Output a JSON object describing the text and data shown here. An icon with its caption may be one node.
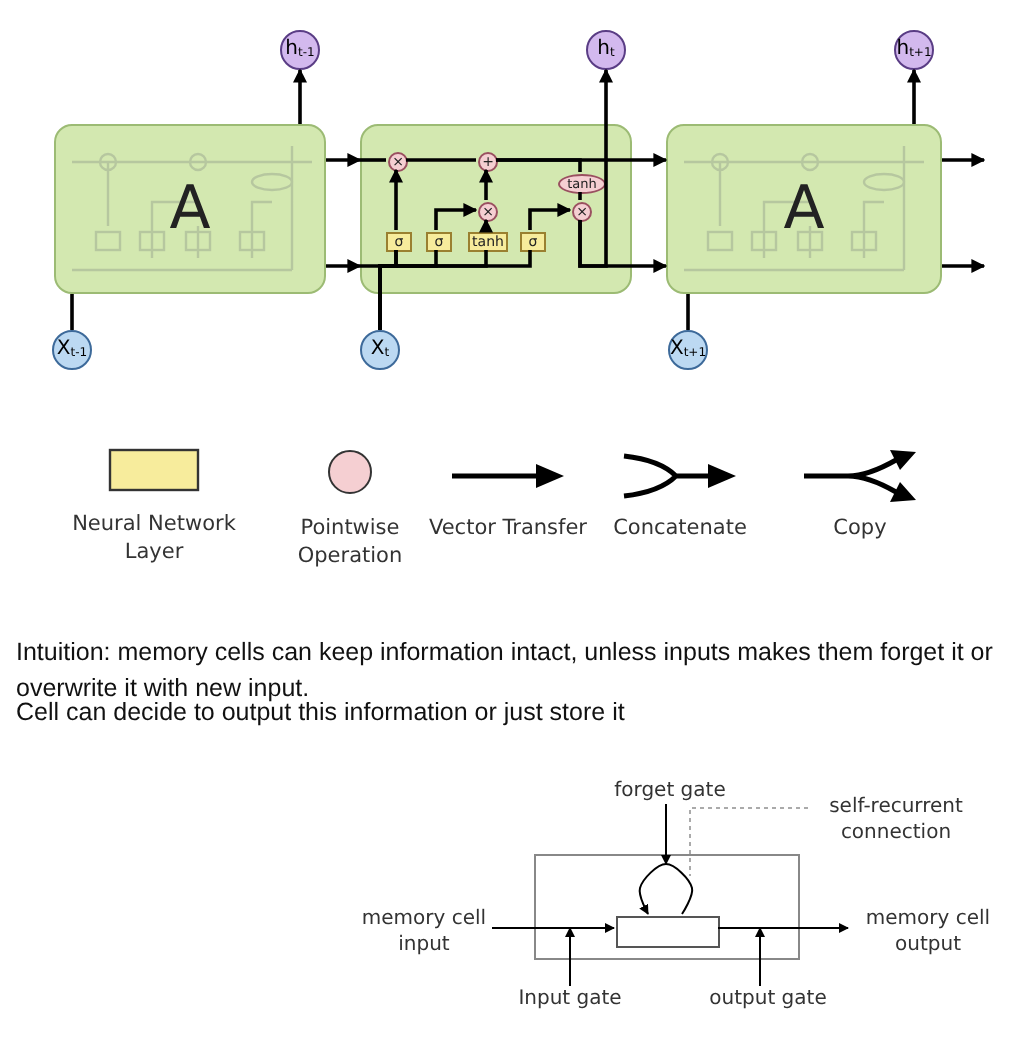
{
  "diagram": {
    "nodes": [
      {
        "text": [
          "A"
        ]
      },
      {
        "text": [],
        "shape": "box"
      },
      {
        "text": [
          "A"
        ]
      },
      {
        "text": [
          "h$_{t-1}$"
        ]
      },
      {
        "text": [
          "h$_{t}$"
        ]
      },
      {
        "text": [
          "h$_{t+1}$"
        ]
      },
      {
        "text": [
          "X$_{t-1}$"
        ]
      },
      {
        "text": [
          "X$_{t}$"
        ]
      },
      {
        "text": [
          "X$_{t+1}$"
        ]
      },
      {
        "text": [
          "×"
        ],
        "in": 1
      },
      {
        "text": [
          "+"
        ],
        "in": 1
      },
      {
        "text": [
          "×"
        ],
        "in": 1
      },
      {
        "text": [
          "tanh"
        ],
        "in": 1
      },
      {
        "text": [
          "×"
        ],
        "in": 1
      },
      {
        "text": [
          "σ"
        ],
        "in": 1
      },
      {
        "text": [
          "σ"
        ],
        "in": 1
      },
      {
        "text": [
          "tanh"
        ],
        "in": 1
      },
      {
        "text": [
          "σ"
        ],
        "in": 1
      },
      {
        "text": [],
        "shape": "box"
      },
      {
        "text": [],
        "shape": "box",
        "in": 18
      },
      {
        "text": [
          "forget gate"
        ]
      },
      {
        "text": [
          "self-recurrent connection"
        ]
      },
      {
        "text": [
          "memory cell input"
        ]
      },
      {
        "text": [
          "memory cell output"
        ]
      },
      {
        "text": [
          "Input gate"
        ]
      },
      {
        "text": [
          "output gate"
        ]
      }
    ],
    "edges": [
      {
        "from": 6,
        "to": 0,
        "arrow": "none"
      },
      {
        "from": 0,
        "to": 3,
        "arrow": "to"
      },
      {
        "from": 0,
        "to": 1,
        "arrow": "to"
      },
      {
        "from": 0,
        "to": 1,
        "arrow": "to"
      },
      {
        "from": 1,
        "to": 9,
        "arrow": "none"
      },
      {
        "from": 9,
        "to": 10,
        "arrow": "none"
      },
      {
        "from": 10,
        "to": 1,
        "arrow": "none"
      },
      {
        "from": 1,
        "to": 2,
        "arrow": "to"
      },
      {
        "from": 1,
        "to": 2,
        "arrow": "to"
      },
      {
        "from": 2,
        "to": 5,
        "arrow": "to"
      },
      {
        "from": 8,
        "to": 2,
        "arrow": "none"
      },
      {
        "from": 2,
        "to": null,
        "arrow": "to"
      },
      {
        "from": 2,
        "to": null,
        "arrow": "to"
      },
      {
        "from": 7,
        "to": 14,
        "arrow": "none"
      },
      {
        "from": 7,
        "to": 15,
        "arrow": "none"
      },
      {
        "from": 7,
        "to": 16,
        "arrow": "none"
      },
      {
        "from": 7,
        "to": 17,
        "arrow": "none"
      },
      {
        "from": 1,
        "to": 14,
        "arrow": "none"
      },
      {
        "from": 14,
        "to": 9,
        "arrow": "to"
      },
      {
        "from": 15,
        "to": 11,
        "arrow": "to"
      },
      {
        "from": 16,
        "to": 11,
        "arrow": "to"
      },
      {
        "from": 11,
        "to": 10,
        "arrow": "to"
      },
      {
        "from": 17,
        "to": 13,
        "arrow": "to"
      },
      {
        "from": 10,
        "to": 12,
        "arrow": "none"
      },
      {
        "from": 12,
        "to": 13,
        "arrow": "none"
      },
      {
        "from": 13,
        "to": 4,
        "arrow": "to"
      },
      {
        "from": 13,
        "to": 1,
        "arrow": "none"
      },
      {
        "from": 22,
        "to": 19,
        "arrow": "to"
      },
      {
        "from": 19,
        "to": 23,
        "arrow": "to"
      },
      {
        "from": 24,
        "to": 18,
        "arrow": "to"
      },
      {
        "from": 25,
        "to": 18,
        "arrow": "to"
      },
      {
        "from": 20,
        "to": 18,
        "arrow": "to"
      },
      {
        "from": 19,
        "to": 19,
        "arrow": "to"
      },
      {
        "from": 21,
        "to": 18,
        "arrow": "none",
        "style": "dashed",
        "color": "#aaaaaa"
      }
    ],
    "labels": [
      "Intuition: memory cells can keep information intact, unless inputs makes them forget it or overwrite it with new input.",
      "Cell can decide to output this information or just store it"
    ],
    "legend": [
      {
        "text": "Neural Network Layer",
        "color": "#f7ec9c"
      },
      {
        "text": "Pointwise Operation",
        "color": "#f5cfd2"
      },
      {
        "text": "Vector Transfer"
      },
      {
        "text": "Concatenate"
      },
      {
        "text": "Copy"
      }
    ]
  }
}
